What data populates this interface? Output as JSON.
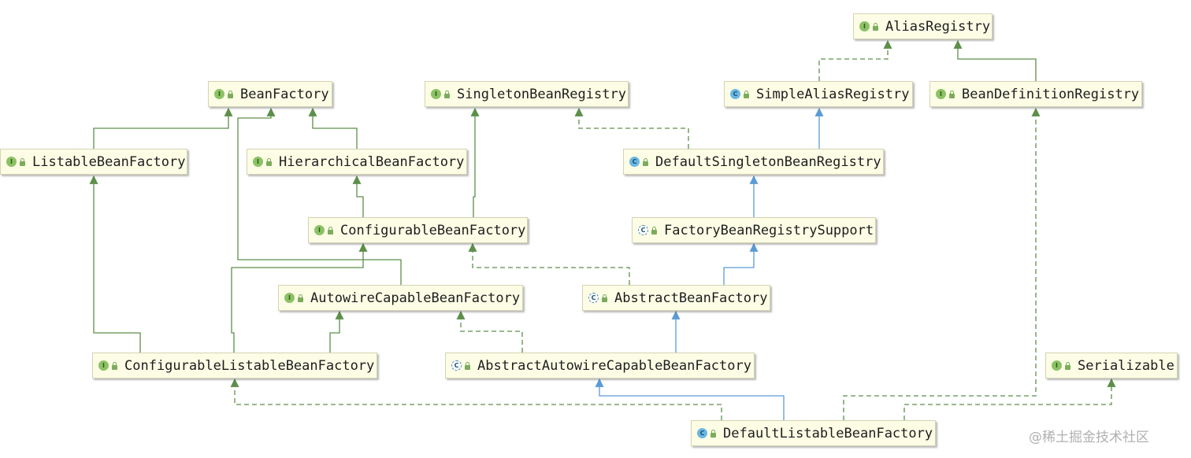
{
  "diagram": {
    "nodes": [
      {
        "id": "alias_registry",
        "label": "AliasRegistry",
        "kind": "interface",
        "badge": "I"
      },
      {
        "id": "bean_factory",
        "label": "BeanFactory",
        "kind": "interface",
        "badge": "I"
      },
      {
        "id": "singleton_bean_registry",
        "label": "SingletonBeanRegistry",
        "kind": "interface",
        "badge": "I"
      },
      {
        "id": "simple_alias_registry",
        "label": "SimpleAliasRegistry",
        "kind": "class",
        "badge": "C"
      },
      {
        "id": "bean_definition_registry",
        "label": "BeanDefinitionRegistry",
        "kind": "interface",
        "badge": "I"
      },
      {
        "id": "listable_bean_factory",
        "label": "ListableBeanFactory",
        "kind": "interface",
        "badge": "I"
      },
      {
        "id": "hierarchical_bean_factory",
        "label": "HierarchicalBeanFactory",
        "kind": "interface",
        "badge": "I"
      },
      {
        "id": "default_singleton_bean_registry",
        "label": "DefaultSingletonBeanRegistry",
        "kind": "class",
        "badge": "C"
      },
      {
        "id": "configurable_bean_factory",
        "label": "ConfigurableBeanFactory",
        "kind": "interface",
        "badge": "I"
      },
      {
        "id": "factory_bean_registry_support",
        "label": "FactoryBeanRegistrySupport",
        "kind": "abstract",
        "badge": "C"
      },
      {
        "id": "autowire_capable_bean_factory",
        "label": "AutowireCapableBeanFactory",
        "kind": "interface",
        "badge": "I"
      },
      {
        "id": "abstract_bean_factory",
        "label": "AbstractBeanFactory",
        "kind": "abstract",
        "badge": "C"
      },
      {
        "id": "configurable_listable_bean_factory",
        "label": "ConfigurableListableBeanFactory",
        "kind": "interface",
        "badge": "I"
      },
      {
        "id": "abstract_autowire_capable_bean_factory",
        "label": "AbstractAutowireCapableBeanFactory",
        "kind": "abstract",
        "badge": "C"
      },
      {
        "id": "serializable",
        "label": "Serializable",
        "kind": "interface",
        "badge": "I"
      },
      {
        "id": "default_listable_bean_factory",
        "label": "DefaultListableBeanFactory",
        "kind": "class",
        "badge": "C"
      }
    ],
    "edge_colors": {
      "interface_extends": "#5d8f4a",
      "implements": "#5d8f4a",
      "class_extends": "#5b9bd5"
    },
    "badge_colors": {
      "interface": "#8cc265",
      "class": "#6ab8e2"
    }
  },
  "watermark": "@稀土掘金技术社区"
}
